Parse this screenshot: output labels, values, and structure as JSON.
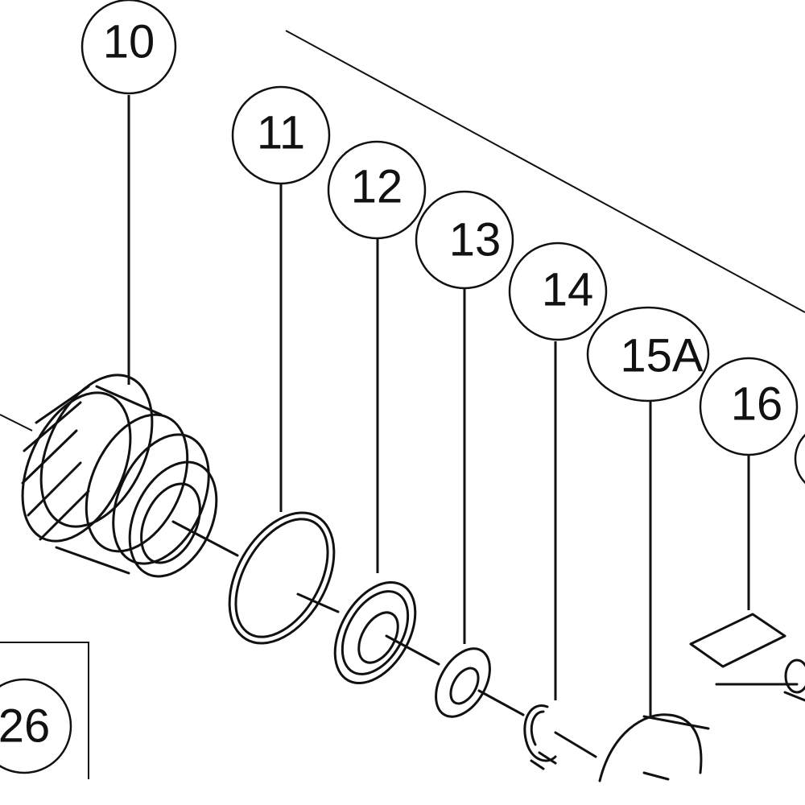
{
  "diagram": {
    "callouts": [
      {
        "id": "callout-10",
        "label": "10",
        "highlighted": false
      },
      {
        "id": "callout-11",
        "label": "11",
        "highlighted": true
      },
      {
        "id": "callout-12",
        "label": "12",
        "highlighted": false
      },
      {
        "id": "callout-13",
        "label": "13",
        "highlighted": false
      },
      {
        "id": "callout-14",
        "label": "14",
        "highlighted": false
      },
      {
        "id": "callout-15a",
        "label": "15A",
        "highlighted": false
      },
      {
        "id": "callout-16",
        "label": "16",
        "highlighted": false
      },
      {
        "id": "callout-26",
        "label": "26",
        "highlighted": false
      }
    ],
    "colors": {
      "highlight": "#f7a21b",
      "line": "#111111",
      "background": "#ffffff"
    }
  }
}
